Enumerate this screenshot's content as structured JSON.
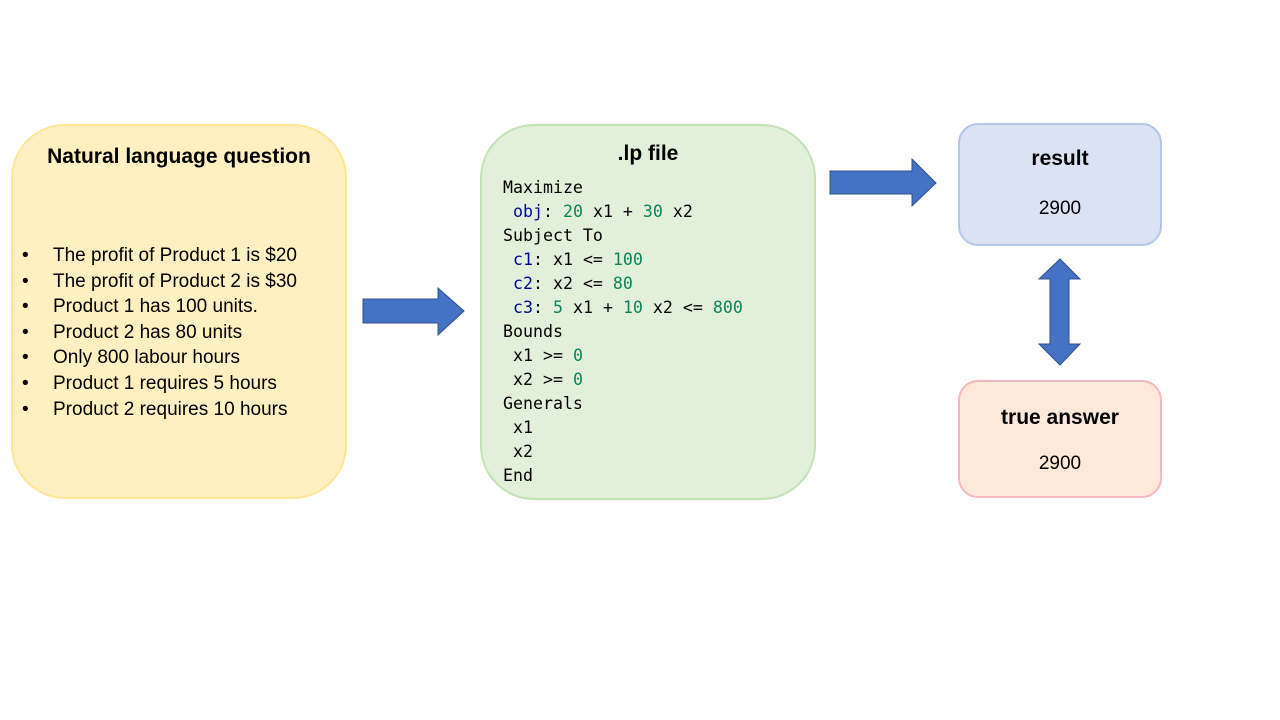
{
  "question": {
    "title": "Natural language question",
    "bullet": "•",
    "items": [
      "The profit of Product 1 is $20",
      "The profit of Product 2 is $30",
      "Product 1 has 100 units.",
      "Product 2 has 80 units",
      "Only 800 labour hours",
      "Product 1 requires 5 hours",
      "Product 2 requires 10 hours"
    ]
  },
  "lp_file": {
    "title": ".lp file",
    "code": {
      "maximize": "Maximize",
      "obj_name": "obj",
      "obj_coef1": "20",
      "obj_var1": "x1",
      "obj_coef2": "30",
      "obj_var2": "x2",
      "subject_to": "Subject To",
      "c1_name": "c1",
      "c1_expr": "x1 <=",
      "c1_rhs": "100",
      "c2_name": "c2",
      "c2_expr": "x2 <=",
      "c2_rhs": "80",
      "c3_name": "c3",
      "c3_coef1": "5",
      "c3_var1": "x1",
      "c3_coef2": "10",
      "c3_var2": "x2 <=",
      "c3_rhs": "800",
      "bounds": "Bounds",
      "b1_expr": "x1 >=",
      "b1_rhs": "0",
      "b2_expr": "x2 >=",
      "b2_rhs": "0",
      "generals": "Generals",
      "g1": "x1",
      "g2": "x2",
      "end": "End"
    }
  },
  "result": {
    "title": "result",
    "value": "2900"
  },
  "true_answer": {
    "title": "true answer",
    "value": "2900"
  },
  "colors": {
    "arrow_fill": "#4472c4",
    "arrow_stroke": "#2f528f",
    "question_fill": "#fff0c1",
    "lp_fill": "#e2efda",
    "result_fill": "#dae2f3",
    "answer_fill": "#fde8da"
  }
}
